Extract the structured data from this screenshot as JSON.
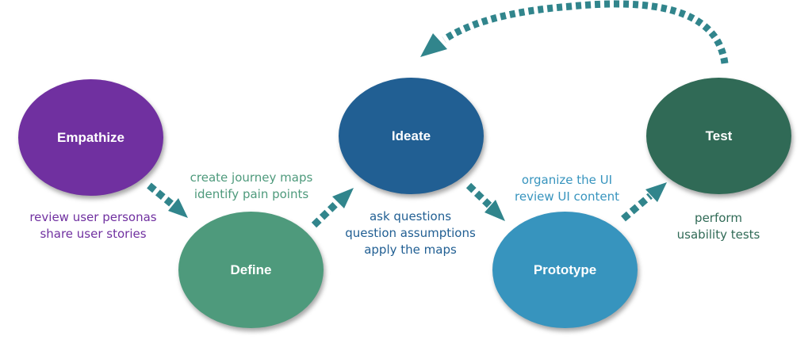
{
  "colors": {
    "empathize": "#7030a0",
    "define": "#4e9a7c",
    "ideate": "#215f93",
    "prototype": "#3794be",
    "test": "#306a56",
    "arrow": "#31858c",
    "empathize_text": "#7030a0",
    "define_text": "#4e9a7c",
    "ideate_text": "#215f93",
    "prototype_text": "#3794be",
    "test_text": "#306a56"
  },
  "stages": {
    "empathize": {
      "label": "Empathize",
      "notes": [
        "review user personas",
        "share user stories"
      ]
    },
    "define": {
      "label": "Define",
      "notes": [
        "create journey maps",
        "identify pain points"
      ]
    },
    "ideate": {
      "label": "Ideate",
      "notes": [
        "ask questions",
        "question assumptions",
        "apply the maps"
      ]
    },
    "prototype": {
      "label": "Prototype",
      "notes": [
        "organize the UI",
        "review UI content"
      ]
    },
    "test": {
      "label": "Test",
      "notes": [
        "perform",
        "usability tests"
      ]
    }
  }
}
